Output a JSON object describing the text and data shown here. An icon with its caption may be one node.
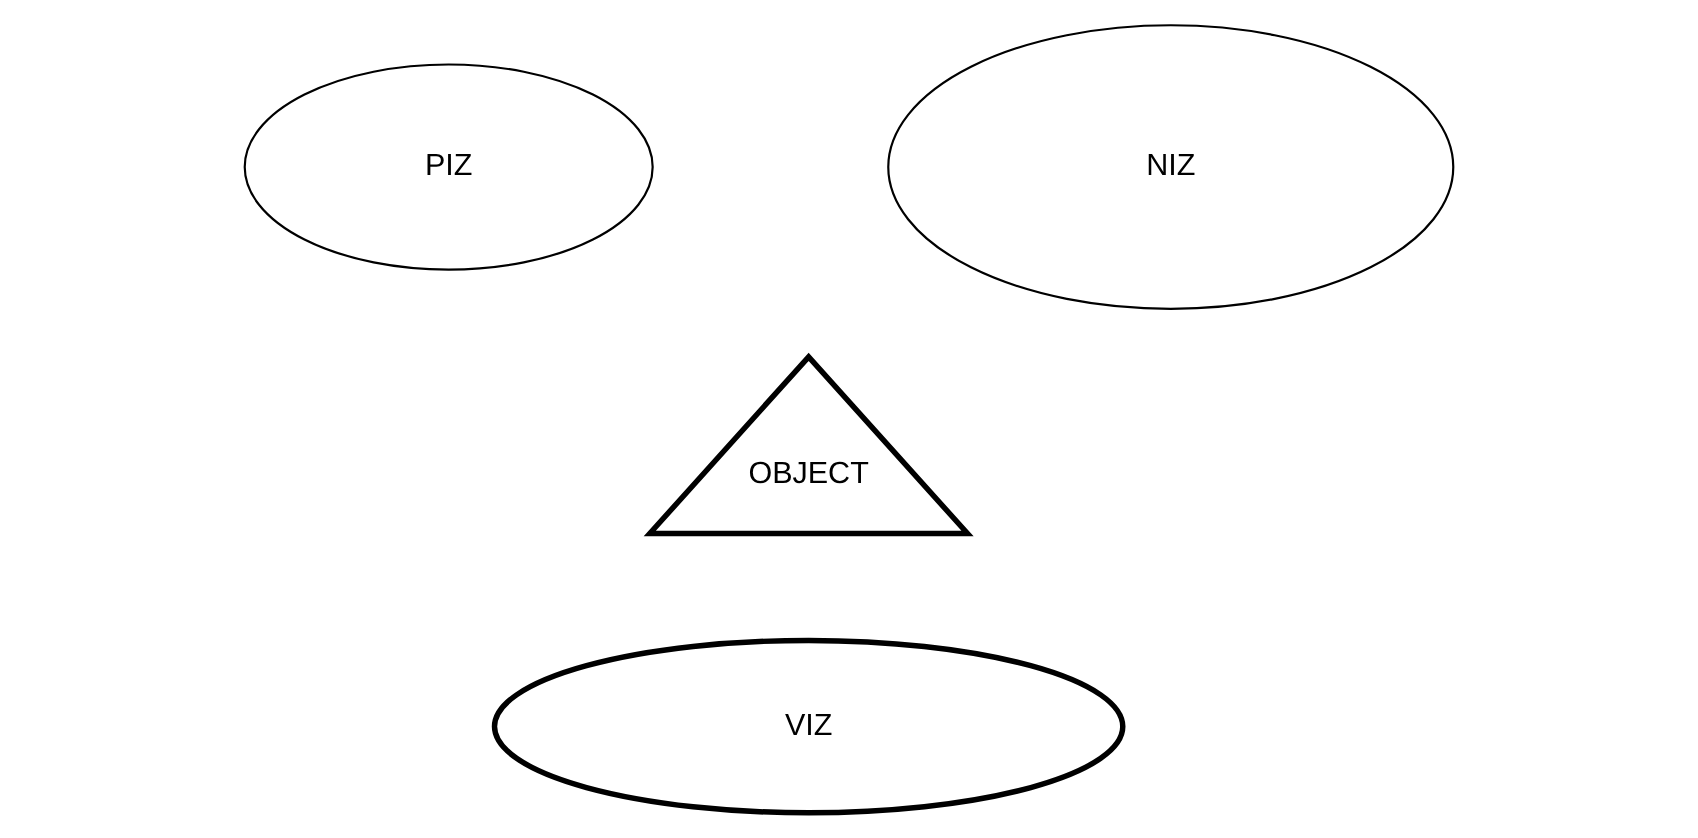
{
  "diagram": {
    "nodes": [
      {
        "text": [
          "PIZ"
        ]
      },
      {
        "text": [
          "NIZ"
        ]
      },
      {
        "text": [
          "OBJECT"
        ]
      },
      {
        "text": [
          "VIZ"
        ]
      }
    ]
  }
}
